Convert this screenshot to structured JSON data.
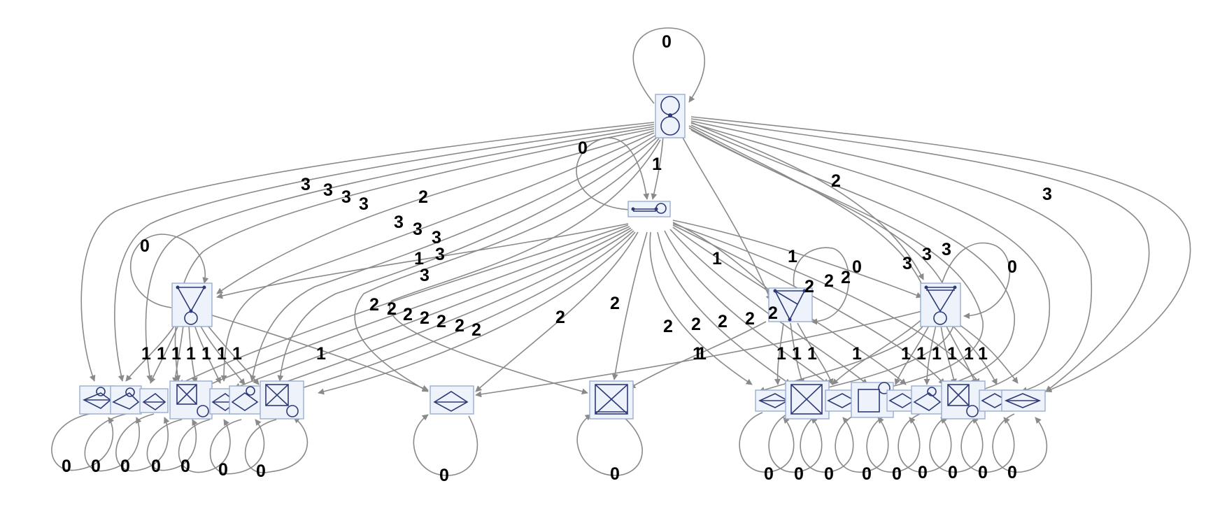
{
  "colors": {
    "edge": "#8a8a8a",
    "node_fill": "#eef2fa",
    "node_stroke": "#9aaed0",
    "glyph": "#2d3a78",
    "label": "#000000"
  },
  "labels": [
    "0",
    "3",
    "3",
    "3",
    "3",
    "2",
    "0",
    "1",
    "2",
    "3",
    "3",
    "3",
    "3",
    "1",
    "3",
    "3",
    "0",
    "1",
    "1",
    "0",
    "2",
    "2",
    "2",
    "3",
    "3",
    "3",
    "0",
    "2",
    "2",
    "2",
    "2",
    "2",
    "2",
    "2",
    "2",
    "2",
    "1",
    "1",
    "1",
    "1",
    "1",
    "1",
    "1",
    "1",
    "2",
    "2",
    "2",
    "2",
    "2",
    "1",
    "1",
    "1",
    "1",
    "1",
    "1",
    "1",
    "1",
    "1",
    "1",
    "1",
    "1",
    "0",
    "0",
    "0",
    "0",
    "0",
    "0",
    "0",
    "0",
    "0",
    "0",
    "0",
    "0",
    "0",
    "0",
    "0",
    "0",
    "0",
    "0"
  ]
}
